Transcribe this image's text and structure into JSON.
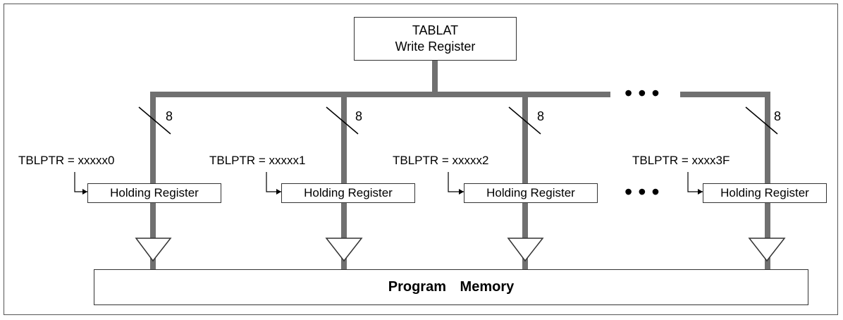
{
  "tablat": {
    "line1": "TABLAT",
    "line2": "Write Register"
  },
  "columns": [
    {
      "pointer": "TBLPTR = xxxxx0",
      "register": "Holding Register",
      "width": "8"
    },
    {
      "pointer": "TBLPTR = xxxxx1",
      "register": "Holding Register",
      "width": "8"
    },
    {
      "pointer": "TBLPTR = xxxxx2",
      "register": "Holding Register",
      "width": "8"
    },
    {
      "pointer": "TBLPTR = xxxx3F",
      "register": "Holding Register",
      "width": "8"
    }
  ],
  "ellipsis": "•••",
  "program_memory": "Program Memory",
  "colors": {
    "bus": "#707070",
    "border": "#333333"
  }
}
